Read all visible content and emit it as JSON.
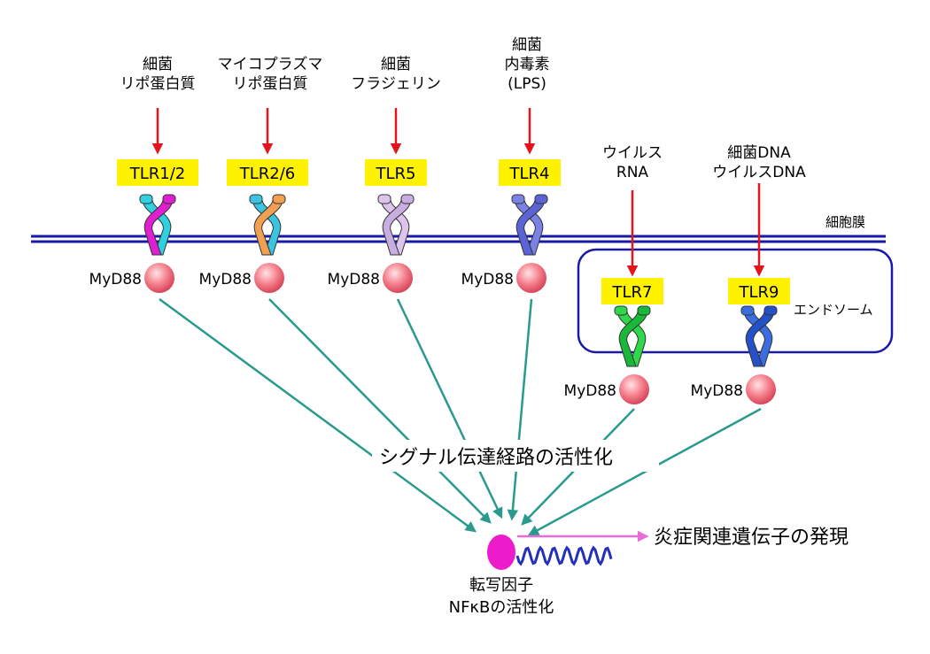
{
  "colors": {
    "membrane": "#1a1aa8",
    "arrow_red": "#e3141b",
    "arrow_teal": "#2a9a8f",
    "label_box": "#fff200",
    "myd88": "#f06a78",
    "nfkb": "#ec1ccb",
    "dna": "#2430b8",
    "expression_arrow": "#e86bd6"
  },
  "membrane_label": "細胞膜",
  "endosome_label": "エンドソーム",
  "receptors": [
    {
      "id": "tlr1-2",
      "label": "TLR1/2",
      "ligand": [
        "細菌",
        "リポ蛋白質"
      ],
      "color_a": "#2fd1e0",
      "color_b": "#e01fd0",
      "myd88": "MyD88"
    },
    {
      "id": "tlr2-6",
      "label": "TLR2/6",
      "ligand": [
        "マイコプラズマ",
        "リポ蛋白質"
      ],
      "color_a": "#3cc3e0",
      "color_b": "#f0a050",
      "myd88": "MyD88"
    },
    {
      "id": "tlr5",
      "label": "TLR5",
      "ligand": [
        "細菌",
        "フラジェリン"
      ],
      "color_a": "#dcc4ec",
      "color_b": "#c8aee0",
      "myd88": "MyD88"
    },
    {
      "id": "tlr4",
      "label": "TLR4",
      "ligand": [
        "細菌",
        "内毒素",
        "(LPS)"
      ],
      "color_a": "#7a82e6",
      "color_b": "#5a64d6",
      "myd88": "MyD88"
    },
    {
      "id": "tlr7",
      "label": "TLR7",
      "ligand": [
        "ウイルス",
        "RNA"
      ],
      "color_a": "#2fd84a",
      "color_b": "#18b838",
      "myd88": "MyD88"
    },
    {
      "id": "tlr9",
      "label": "TLR9",
      "ligand": [
        "細菌DNA",
        "ウイルスDNA"
      ],
      "color_a": "#3a6ee0",
      "color_b": "#2450c8",
      "myd88": "MyD88"
    }
  ],
  "signal_label": "シグナル伝達経路の活性化",
  "tf_label": [
    "転写因子",
    "NFκBの活性化"
  ],
  "expression_label": "炎症関連遺伝子の発現"
}
